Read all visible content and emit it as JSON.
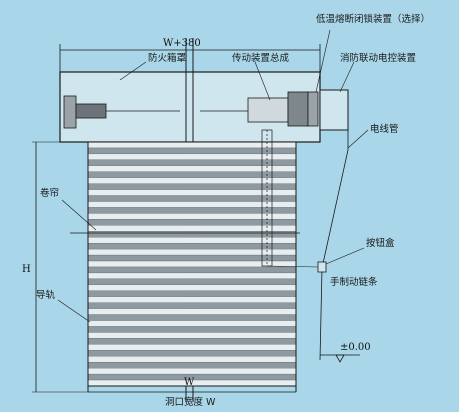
{
  "diagram": {
    "dims": {
      "top_width": "W+380",
      "bottom_width": "W",
      "height": "H",
      "ground_level": "±0.00",
      "opening_width": "洞口宽度 W"
    },
    "labels": {
      "fire_box": "防火箱罩",
      "drive": "传动装置总成",
      "low_temp_release": "低温熔断闭锁装置（选择）",
      "fire_control": "消防联动电控装置",
      "conduit": "电线管",
      "curtain": "卷帘",
      "button_box": "按钮盒",
      "guide_rail": "导轨",
      "manual_chain": "手制动链条"
    },
    "curtain": {
      "slat_count": 41
    },
    "colors": {
      "background": "#a9d6e8",
      "line": "#1a1a1a",
      "slat_light": "#e8eef0",
      "slat_dark": "#8e9aa0"
    }
  }
}
